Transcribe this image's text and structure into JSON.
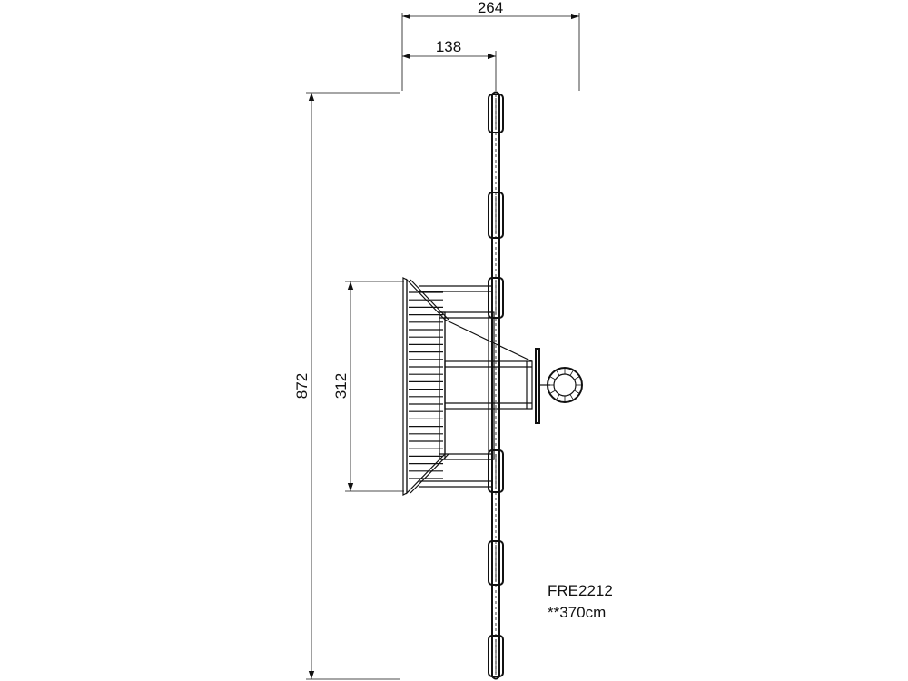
{
  "dimensions": {
    "overall_width": "264",
    "offset_width": "138",
    "overall_length": "872",
    "deck_length": "312"
  },
  "product": {
    "code": "FRE2212",
    "note": "**370cm"
  }
}
